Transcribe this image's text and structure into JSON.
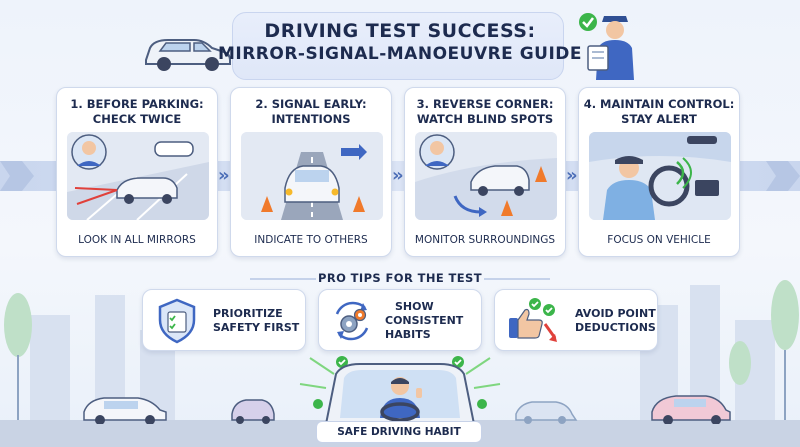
{
  "header": {
    "title_line1": "DRIVING TEST SUCCESS:",
    "title_line2": "MIRROR-SIGNAL-MANOEUVRE GUIDE"
  },
  "steps": [
    {
      "title_line1": "1. BEFORE PARKING:",
      "title_line2": "CHECK TWICE",
      "caption": "LOOK IN ALL MIRRORS"
    },
    {
      "title_line1": "2. SIGNAL EARLY:",
      "title_line2": "INTENTIONS",
      "caption": "INDICATE TO OTHERS"
    },
    {
      "title_line1": "3. REVERSE CORNER:",
      "title_line2": "WATCH BLIND SPOTS",
      "caption": "MONITOR SURROUNDINGS"
    },
    {
      "title_line1": "4. MAINTAIN CONTROL:",
      "title_line2": "STAY ALERT",
      "caption": "FOCUS ON VEHICLE"
    }
  ],
  "pro_tips": {
    "title": "PRO TIPS FOR THE TEST",
    "items": [
      {
        "line1": "PRIORITIZE",
        "line2": "SAFETY FIRST",
        "icon": "shield-check-icon"
      },
      {
        "line1": "SHOW",
        "line2": "CONSISTENT",
        "line3": "HABITS",
        "icon": "gears-cycle-icon"
      },
      {
        "line1": "AVOID POINT",
        "line2": "DEDUCTIONS",
        "icon": "thumbs-up-icon"
      }
    ]
  },
  "bottom_label": "SAFE DRIVING HABIT",
  "colors": {
    "accent": "#3f67c2",
    "card_bg": "#ffffff",
    "check_green": "#3cb54a",
    "warn_red": "#e0413b",
    "cone_orange": "#f07a2b"
  }
}
